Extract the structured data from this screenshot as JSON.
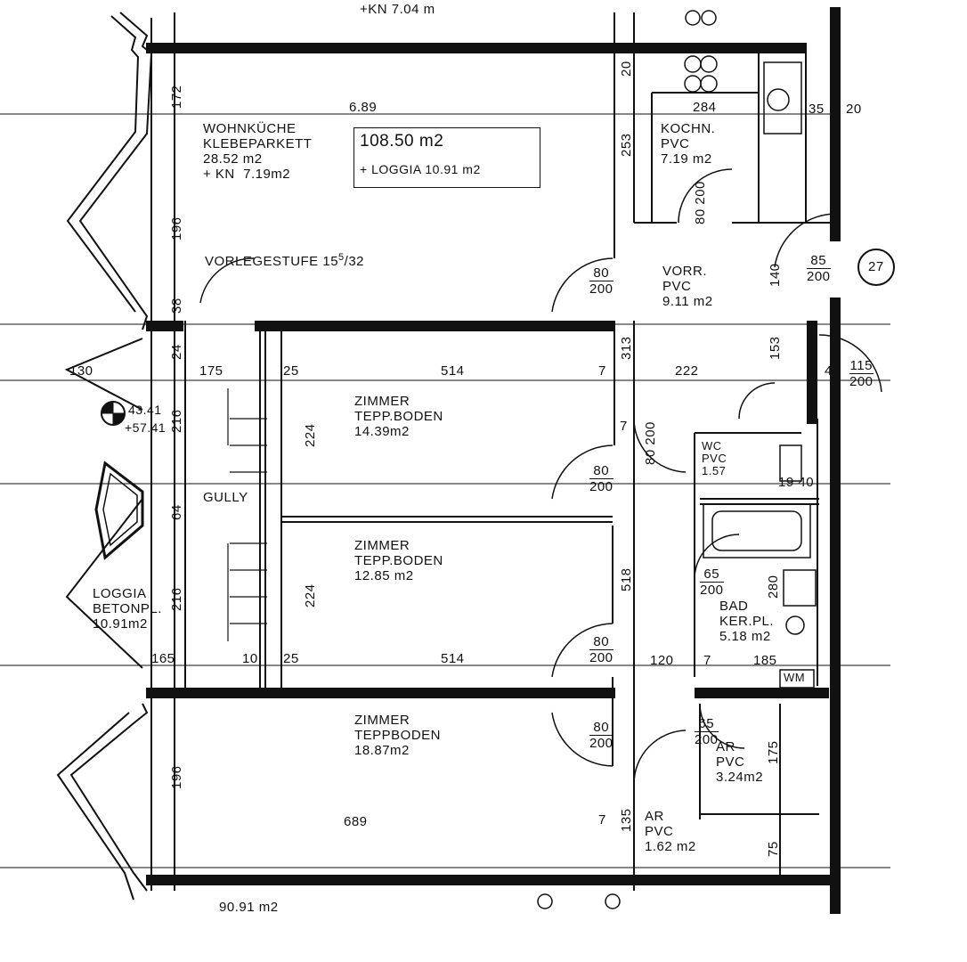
{
  "summary": {
    "total_area": "108.50 m2",
    "loggia_line": "+ LOGGIA 10.91 m2"
  },
  "rooms": {
    "wohnkueche": [
      "WOHNKÜCHE",
      "KLEBEPARKETT",
      "28.52 m2",
      "+ KN  7.19m2"
    ],
    "kochnische": [
      "KOCHN.",
      "PVC",
      "7.19 m2"
    ],
    "vorraum": [
      "VORR.",
      "PVC",
      "9.11 m2"
    ],
    "zimmer1": [
      "ZIMMER",
      "TEPP.BODEN",
      "14.39m2"
    ],
    "zimmer2": [
      "ZIMMER",
      "TEPP.BODEN",
      "12.85 m2"
    ],
    "zimmer3": [
      "ZIMMER",
      "TEPPBODEN",
      "18.87m2"
    ],
    "wc": [
      "WC",
      "PVC",
      "1.57"
    ],
    "bad": [
      "BAD",
      "KER.PL.",
      "5.18 m2"
    ],
    "ar1": [
      "AR",
      "PVC",
      "3.24m2"
    ],
    "ar2": [
      "AR",
      "PVC",
      "1.62 m2"
    ],
    "loggia": [
      "LOGGIA",
      "BETONPL.",
      "10.91m2"
    ]
  },
  "notes": {
    "vorlegestufe": "VORLEGESTUFE 15",
    "vorlegestufe_sup": "5",
    "vorlegestufe_end": "/32",
    "gully": "GULLY",
    "wm": "WM",
    "level_1": "43.41",
    "level_2": "+57.41",
    "unit_number": "27",
    "top_cut": "+KN 7.04 m",
    "bottom_cut": "90.91 m2"
  },
  "dimensions": {
    "d_689_top": "6.89",
    "d_689_bot": "689",
    "d_284": "284",
    "d_35": "35",
    "d_20a": "20",
    "d_514a": "514",
    "d_514b": "514",
    "d_222": "222",
    "d_175": "175",
    "d_25a": "25",
    "d_25b": "25",
    "d_130": "130",
    "d_165": "165",
    "d_10": "10",
    "d_120": "120",
    "d_185": "185",
    "d_7a": "7",
    "d_7b": "7",
    "d_7c": "7",
    "d_7d": "7",
    "d_40": "40",
    "d_1940": "19 40",
    "d_172": "172",
    "d_196a": "196",
    "d_196b": "196",
    "d_216a": "216",
    "d_216b": "216",
    "d_64": "64",
    "d_224a": "224",
    "d_224b": "224",
    "d_253": "253",
    "d_313": "313",
    "d_518": "518",
    "d_135": "135",
    "d_175v": "175",
    "d_75": "75",
    "d_280": "280",
    "d_153": "153",
    "d_140": "140",
    "d_20b": "20",
    "d_24": "24",
    "d_38": "38"
  },
  "doors": {
    "d1": [
      "80",
      "200"
    ],
    "d2": [
      "80",
      "200"
    ],
    "d3": [
      "80",
      "200"
    ],
    "d4": [
      "80",
      "200"
    ],
    "d5": [
      "85",
      "200"
    ],
    "d6": [
      "115",
      "200"
    ],
    "d7": [
      "65",
      "200"
    ],
    "d8": [
      "65",
      "200"
    ],
    "d9": [
      "80",
      "200"
    ],
    "d10": [
      "80",
      "200"
    ]
  }
}
